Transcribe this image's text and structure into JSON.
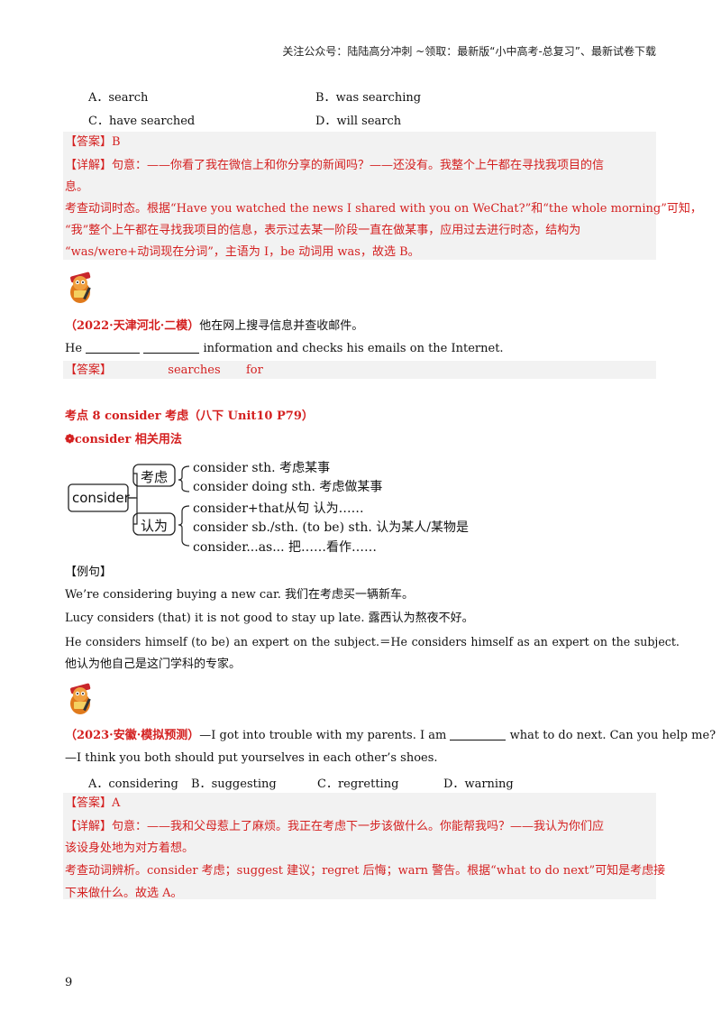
{
  "header": {
    "text": "关注公众号：陆陆高分冲刺  ~领取：最新版“小中高考-总复习”、最新试卷下载"
  },
  "q1": {
    "options": [
      {
        "letter": "A．",
        "text": "search"
      },
      {
        "letter": "B．",
        "text": "was searching"
      },
      {
        "letter": "C．",
        "text": "have searched"
      },
      {
        "letter": "D．",
        "text": "will search"
      }
    ],
    "answer_label": "【答案】",
    "answer_value": "B",
    "detail_label": "【详解】",
    "detail_line1": "句意：——你看了我在微信上和你分享的新闻吗？——还没有。我整个上午都在寻找我项目的信",
    "detail_line2": "息。",
    "detail_line3": "考查动词时态。根据“Have you watched the news I shared with you on WeChat?”和“the whole morning”可知，",
    "detail_line4": "“我”整个上午都在寻找我项目的信息，表示过去某一阶段一直在做某事，应用过去进行时态，结构为",
    "detail_line5": "“was/were+动词现在分词”，主语为 I，be 动词用 was，故选 B。"
  },
  "q2": {
    "source": "（2022·天津河北·二模）",
    "prompt_cn": "他在网上搜寻信息并查收邮件。",
    "prompt_en_start": "He",
    "prompt_en_end": "information and checks his emails on the Internet.",
    "answer_label": "【答案】",
    "answer_1": "searches",
    "answer_2": "for"
  },
  "section": {
    "title": "考点 8  consider 考虑（八下 Unit10  P79）",
    "subtitle": "❁consider 相关用法",
    "diagram": {
      "root": "consider",
      "branch_1": "考虑",
      "branch_1_items": [
        "consider sth. 考虑某事",
        "consider doing sth. 考虑做某事"
      ],
      "branch_2": "认为",
      "branch_2_items": [
        "consider+that从句  认为……",
        "consider sb./sth. (to be) sth. 认为某人/某物是",
        "consider...as... 把……看作……"
      ]
    },
    "example_label": "【例句】",
    "examples": [
      "We’re  considering  buying  a  new  car.  我们在考虑买一辆新车。",
      "Lucy  considers  (that)  it  is  not  good  to  stay  up  late.  露西认为熬夜不好。",
      "He  considers  himself  (to  be)  an  expert  on  the  subject.＝He  considers  himself  as  an  expert  on  the  subject.",
      "他认为他自己是这门学科的专家。"
    ]
  },
  "q3": {
    "source": "（2023·安徽·模拟预测）",
    "stem_start": "—I got into trouble with my parents. I am",
    "stem_end": "what to do next. Can you help me?",
    "stem_line2": "—I think you both should put yourselves in each other’s shoes.",
    "options": [
      {
        "letter": "A．",
        "text": "considering"
      },
      {
        "letter": "B．",
        "text": "suggesting"
      },
      {
        "letter": "C．",
        "text": "regretting"
      },
      {
        "letter": "D．",
        "text": "warning"
      }
    ],
    "answer_label": "【答案】",
    "answer_value": "A",
    "detail_label": "【详解】",
    "detail_line1": "句意：——我和父母惹上了麻烦。我正在考虑下一步该做什么。你能帮我吗？——我认为你们应",
    "detail_line2": "该设身处地为对方着想。",
    "detail_line3": "考查动词辨析。consider 考虑；suggest 建议；regret 后悔；warn 警告。根据“what to do next”可知是考虑接",
    "detail_line4": "下来做什么。故选 A。"
  },
  "page_number": "9",
  "colors": {
    "red": "#d42020",
    "shade": "#f2f2f2"
  }
}
